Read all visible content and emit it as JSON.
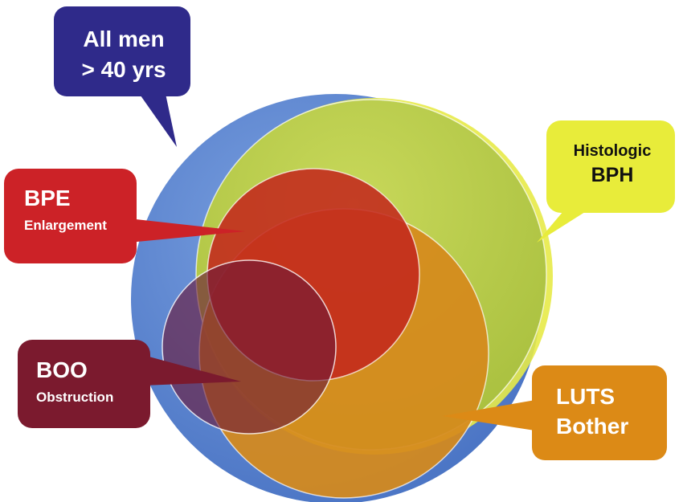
{
  "colors": {
    "all_men": "#5b86d2",
    "histologic_bph": "#b9cc4f",
    "bpe": "#c73022",
    "luts": "#d58a1c",
    "boo": "#7a1a35",
    "callout_all_men": "#2f2a8a",
    "callout_bph": "#e8ec3a",
    "callout_bpe": "#cc2227",
    "callout_boo": "#7b1a2e",
    "callout_luts": "#dc8a16"
  },
  "callouts": {
    "all_men": {
      "line1": "All men",
      "line2": "> 40 yrs"
    },
    "histologic_bph": {
      "line1": "Histologic",
      "line2": "BPH"
    },
    "bpe": {
      "line1": "BPE",
      "line2": "Enlargement"
    },
    "boo": {
      "line1": "BOO",
      "line2": "Obstruction"
    },
    "luts": {
      "line1": "LUTS",
      "line2": "Bother"
    }
  }
}
